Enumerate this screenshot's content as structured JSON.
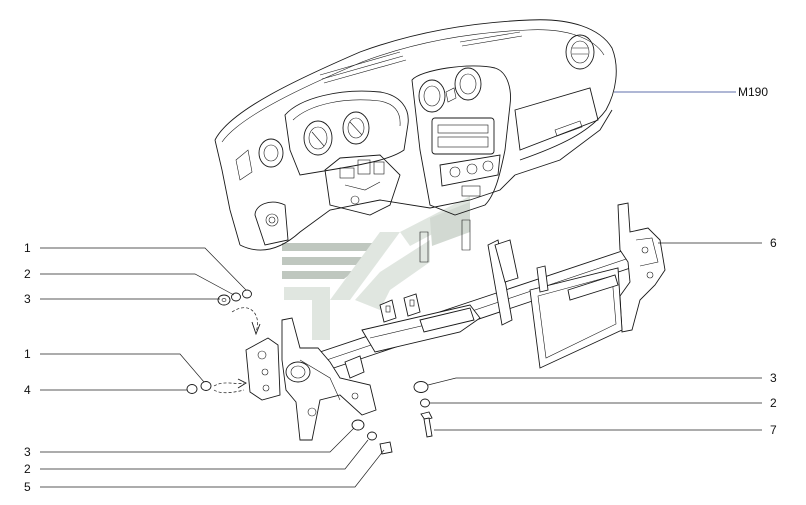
{
  "labels": {
    "top_ref": "M190",
    "left_callouts": [
      "1",
      "2",
      "3",
      "1",
      "4",
      "3",
      "2",
      "5"
    ],
    "right_callouts": [
      "6",
      "3",
      "2",
      "7"
    ]
  },
  "colors": {
    "line": "#1a1a1a",
    "watermark_dark": "#8c9a8c",
    "watermark_light": "#c7d2c7",
    "reference_leader": "#2a3f8f"
  }
}
